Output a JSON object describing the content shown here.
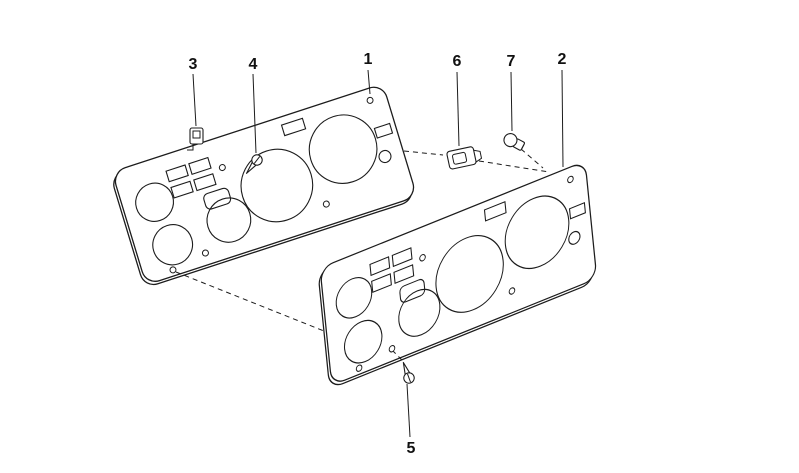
{
  "diagram": {
    "background_color": "#ffffff",
    "line_color": "#1c1c1c"
  },
  "callouts": [
    {
      "label": "1"
    },
    {
      "label": "2"
    },
    {
      "label": "3"
    },
    {
      "label": "4"
    },
    {
      "label": "5"
    },
    {
      "label": "6"
    },
    {
      "label": "7"
    }
  ]
}
